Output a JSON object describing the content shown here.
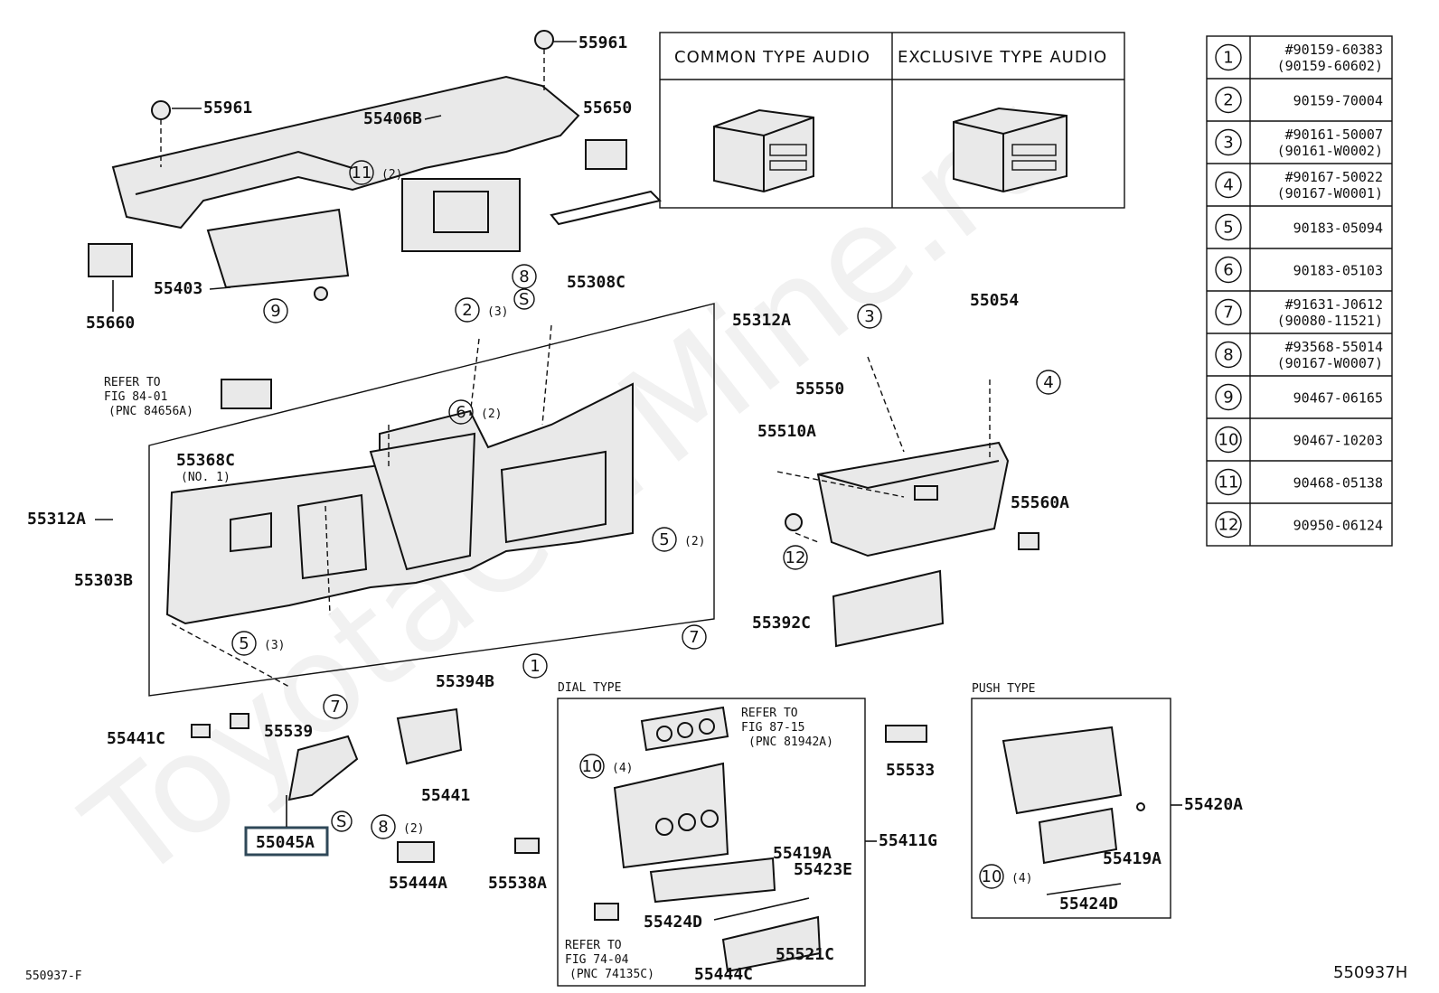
{
  "watermark": "ToyotaCarMine.ru",
  "figure_id_left": "550937-F",
  "figure_id_right": "550937H",
  "audio_box": {
    "common_label": "COMMON TYPE AUDIO",
    "exclusive_label": "EXCLUSIVE TYPE AUDIO"
  },
  "fastener_table": [
    {
      "num": "1",
      "line1": "#90159-60383",
      "line2": "(90159-60602)"
    },
    {
      "num": "2",
      "line1": "90159-70004",
      "line2": ""
    },
    {
      "num": "3",
      "line1": "#90161-50007",
      "line2": "(90161-W0002)"
    },
    {
      "num": "4",
      "line1": "#90167-50022",
      "line2": "(90167-W0001)"
    },
    {
      "num": "5",
      "line1": "90183-05094",
      "line2": ""
    },
    {
      "num": "6",
      "line1": "90183-05103",
      "line2": ""
    },
    {
      "num": "7",
      "line1": "#91631-J0612",
      "line2": "(90080-11521)"
    },
    {
      "num": "8",
      "line1": "#93568-55014",
      "line2": "(90167-W0007)"
    },
    {
      "num": "9",
      "line1": "90467-06165",
      "line2": ""
    },
    {
      "num": "10",
      "line1": "90467-10203",
      "line2": ""
    },
    {
      "num": "11",
      "line1": "90468-05138",
      "line2": ""
    },
    {
      "num": "12",
      "line1": "90950-06124",
      "line2": ""
    }
  ],
  "labels": {
    "p55961a": "55961",
    "p55961b": "55961",
    "p55406b": "55406B",
    "p55650": "55650",
    "p55403": "55403",
    "p55660": "55660",
    "p55308c": "55308C",
    "p55312a_top": "55312A",
    "p55054": "55054",
    "p55550": "55550",
    "p55510a": "55510A",
    "p55560a": "55560A",
    "p55368c": "55368C",
    "p55368c_sub": "(NO. 1)",
    "p55312a_left": "55312A",
    "p55303b": "55303B",
    "p55392c": "55392C",
    "p55394b": "55394B",
    "p55441c": "55441C",
    "p55539": "55539",
    "p55441": "55441",
    "p55045a": "55045A",
    "p55444a": "55444A",
    "p55538a": "55538A",
    "p55533": "55533",
    "p55419a_dial": "55419A",
    "p55423e": "55423E",
    "p55411g": "55411G",
    "p55424d_dial": "55424D",
    "p55444c": "55444C",
    "p55521c": "55521C",
    "p55420a": "55420A",
    "p55419a_push": "55419A",
    "p55424d_push": "55424D"
  },
  "refs": {
    "ref1": {
      "line1": "REFER TO",
      "line2": "FIG 84-01",
      "line3": "(PNC 84656A)"
    },
    "ref2": {
      "line1": "REFER TO",
      "line2": "FIG 87-15",
      "line3": "(PNC 81942A)"
    },
    "ref3": {
      "line1": "REFER TO",
      "line2": "FIG 74-04",
      "line3": "(PNC 74135C)"
    }
  },
  "section_titles": {
    "dial": "DIAL TYPE",
    "push": "PUSH TYPE"
  },
  "callouts": {
    "c11": {
      "num": "11",
      "qty": "(2)"
    },
    "c9": {
      "num": "9",
      "qty": ""
    },
    "c8s": {
      "num": "8",
      "qty": ""
    },
    "c2": {
      "num": "2",
      "qty": "(3)"
    },
    "c6": {
      "num": "6",
      "qty": "(2)"
    },
    "c3": {
      "num": "3",
      "qty": ""
    },
    "c4": {
      "num": "4",
      "qty": ""
    },
    "c5a": {
      "num": "5",
      "qty": "(2)"
    },
    "c7a": {
      "num": "7",
      "qty": ""
    },
    "c5b": {
      "num": "5",
      "qty": "(3)"
    },
    "c1": {
      "num": "1",
      "qty": ""
    },
    "c7b": {
      "num": "7",
      "qty": ""
    },
    "c12": {
      "num": "12",
      "qty": ""
    },
    "c8b": {
      "num": "8",
      "qty": "(2)"
    },
    "c10a": {
      "num": "10",
      "qty": "(4)"
    },
    "c10b": {
      "num": "10",
      "qty": "(4)"
    }
  },
  "s_mark": "S"
}
